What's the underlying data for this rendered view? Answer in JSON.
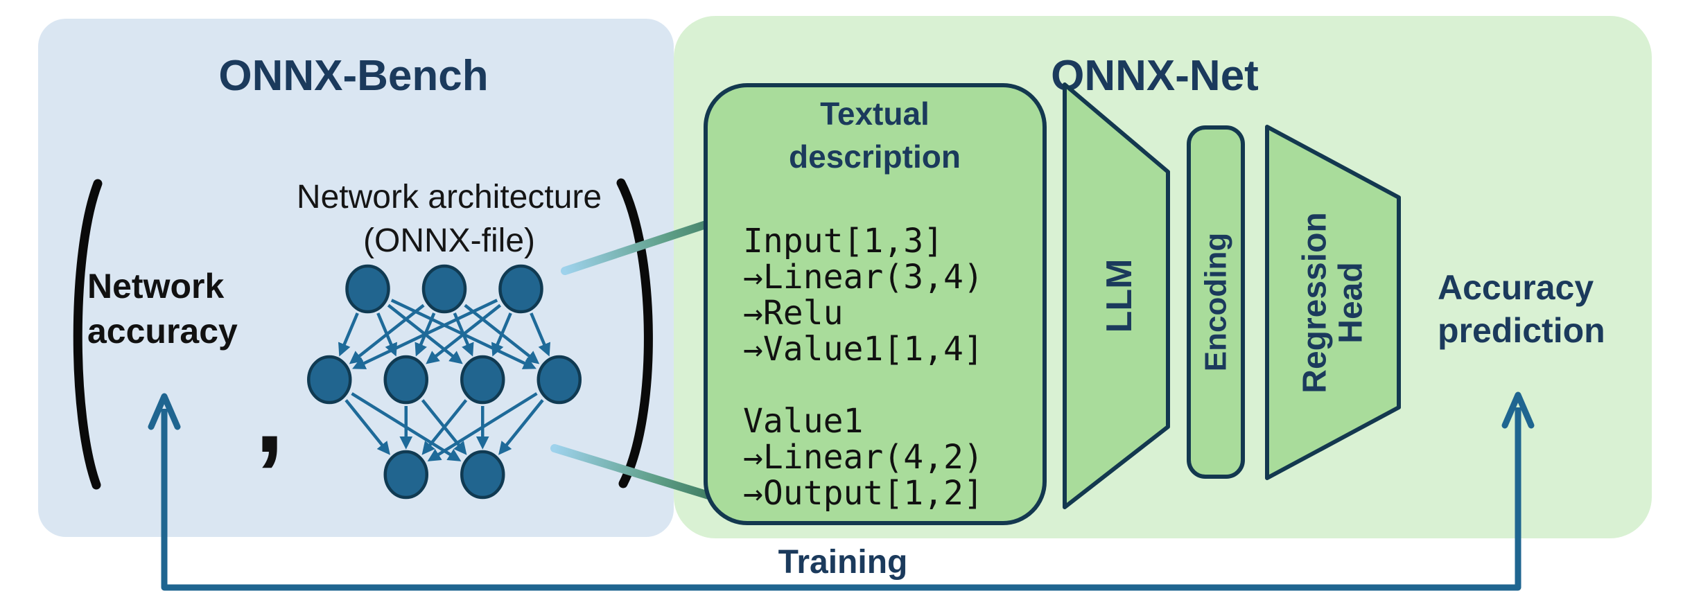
{
  "bench_panel": {
    "title": "ONNX-Bench",
    "accuracy_label": [
      "Network",
      "accuracy"
    ],
    "comma": ",",
    "architecture_label": [
      "Network architecture",
      "(ONNX-file)"
    ]
  },
  "net_panel": {
    "title": "ONNX-Net"
  },
  "textual_box": {
    "title": [
      "Textual",
      "description"
    ],
    "code_lines": [
      "Input[1,3]",
      "→Linear(3,4)",
      "→Relu",
      "→Value1[1,4]",
      "",
      "Value1",
      "→Linear(4,2)",
      "→Output[1,2]"
    ]
  },
  "pipeline": {
    "llm": "LLM",
    "encoding": "Encoding",
    "regression_head": [
      "Regression",
      "Head"
    ]
  },
  "prediction_label": [
    "Accuracy",
    "prediction"
  ],
  "training_label": "Training",
  "network": {
    "layers": [
      3,
      4,
      2
    ]
  },
  "colors": {
    "bench_panel_bg": "#DAE6F2",
    "net_panel_bg": "#D9F1D3",
    "shape_fill": "#A9DC9B",
    "outline_navy": "#13384F",
    "heading_navy": "#1B3A5C",
    "node_fill": "#21658F",
    "node_stroke": "#103A52",
    "edge_blue": "#1E6A99",
    "arrow_blue": "#1F6590",
    "connector_light": "#9ED2EC",
    "connector_dark": "#2F6B4E",
    "text_black": "#111111"
  }
}
